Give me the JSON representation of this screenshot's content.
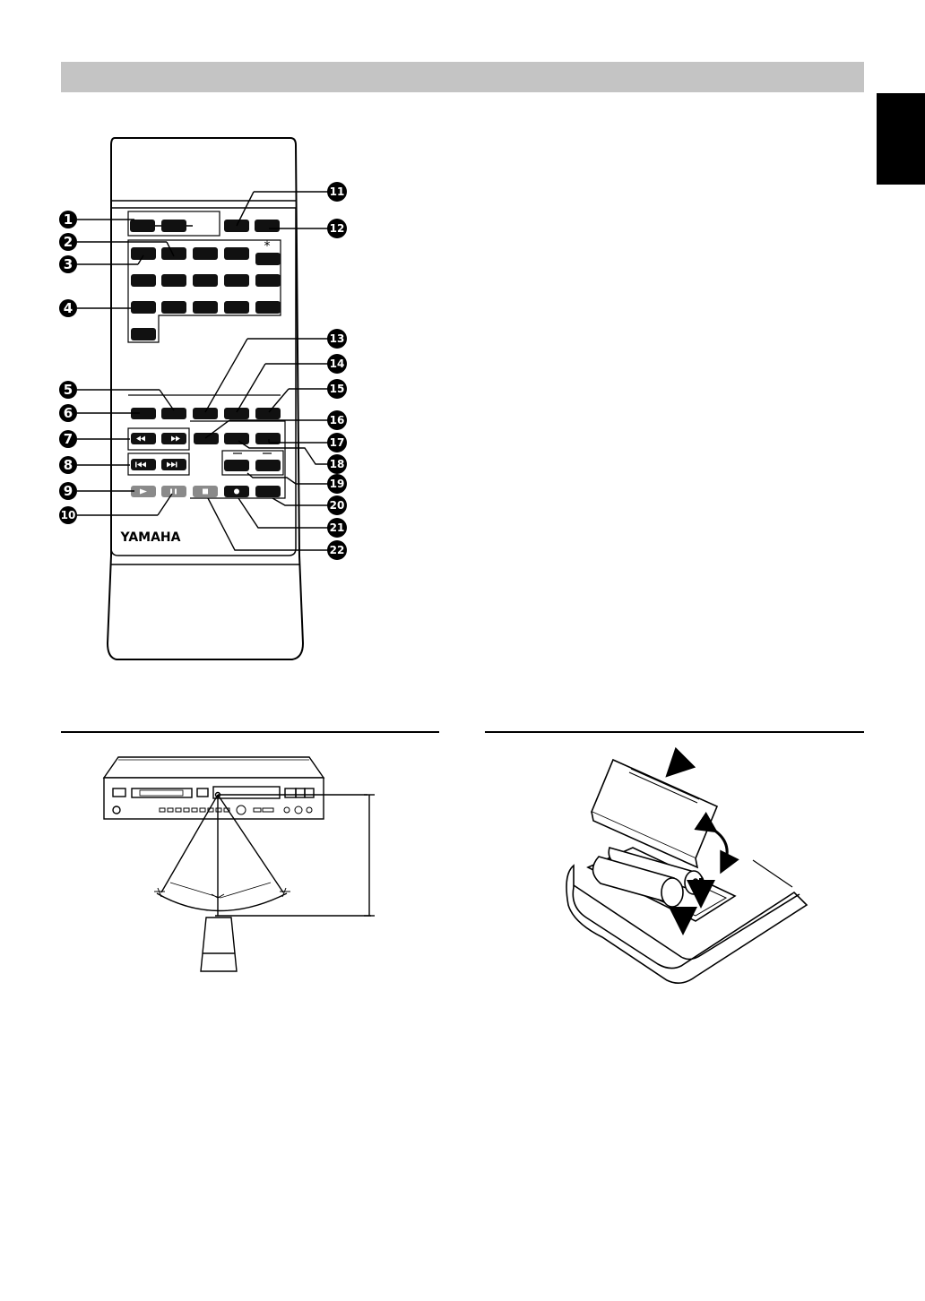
{
  "brand": {
    "logo_text": "YAMAHA"
  },
  "remote": {
    "asterisk_mark": "*",
    "callouts": [
      "1",
      "2",
      "3",
      "4",
      "5",
      "6",
      "7",
      "8",
      "9",
      "10",
      "11",
      "12",
      "13",
      "14",
      "15",
      "16",
      "17",
      "18",
      "19",
      "20",
      "21",
      "22"
    ]
  },
  "colors": {
    "header_bar": "#c4c4c4",
    "ink": "#000000",
    "button_fill": "#111111",
    "transport_button_fill": "#8a8a8a"
  },
  "icons": [
    "rewind-icon",
    "fast-forward-icon",
    "skip-back-icon",
    "skip-forward-icon",
    "play-icon",
    "pause-icon",
    "stop-icon",
    "record-icon",
    "down-arrow-icon",
    "curved-double-arrow-icon"
  ]
}
